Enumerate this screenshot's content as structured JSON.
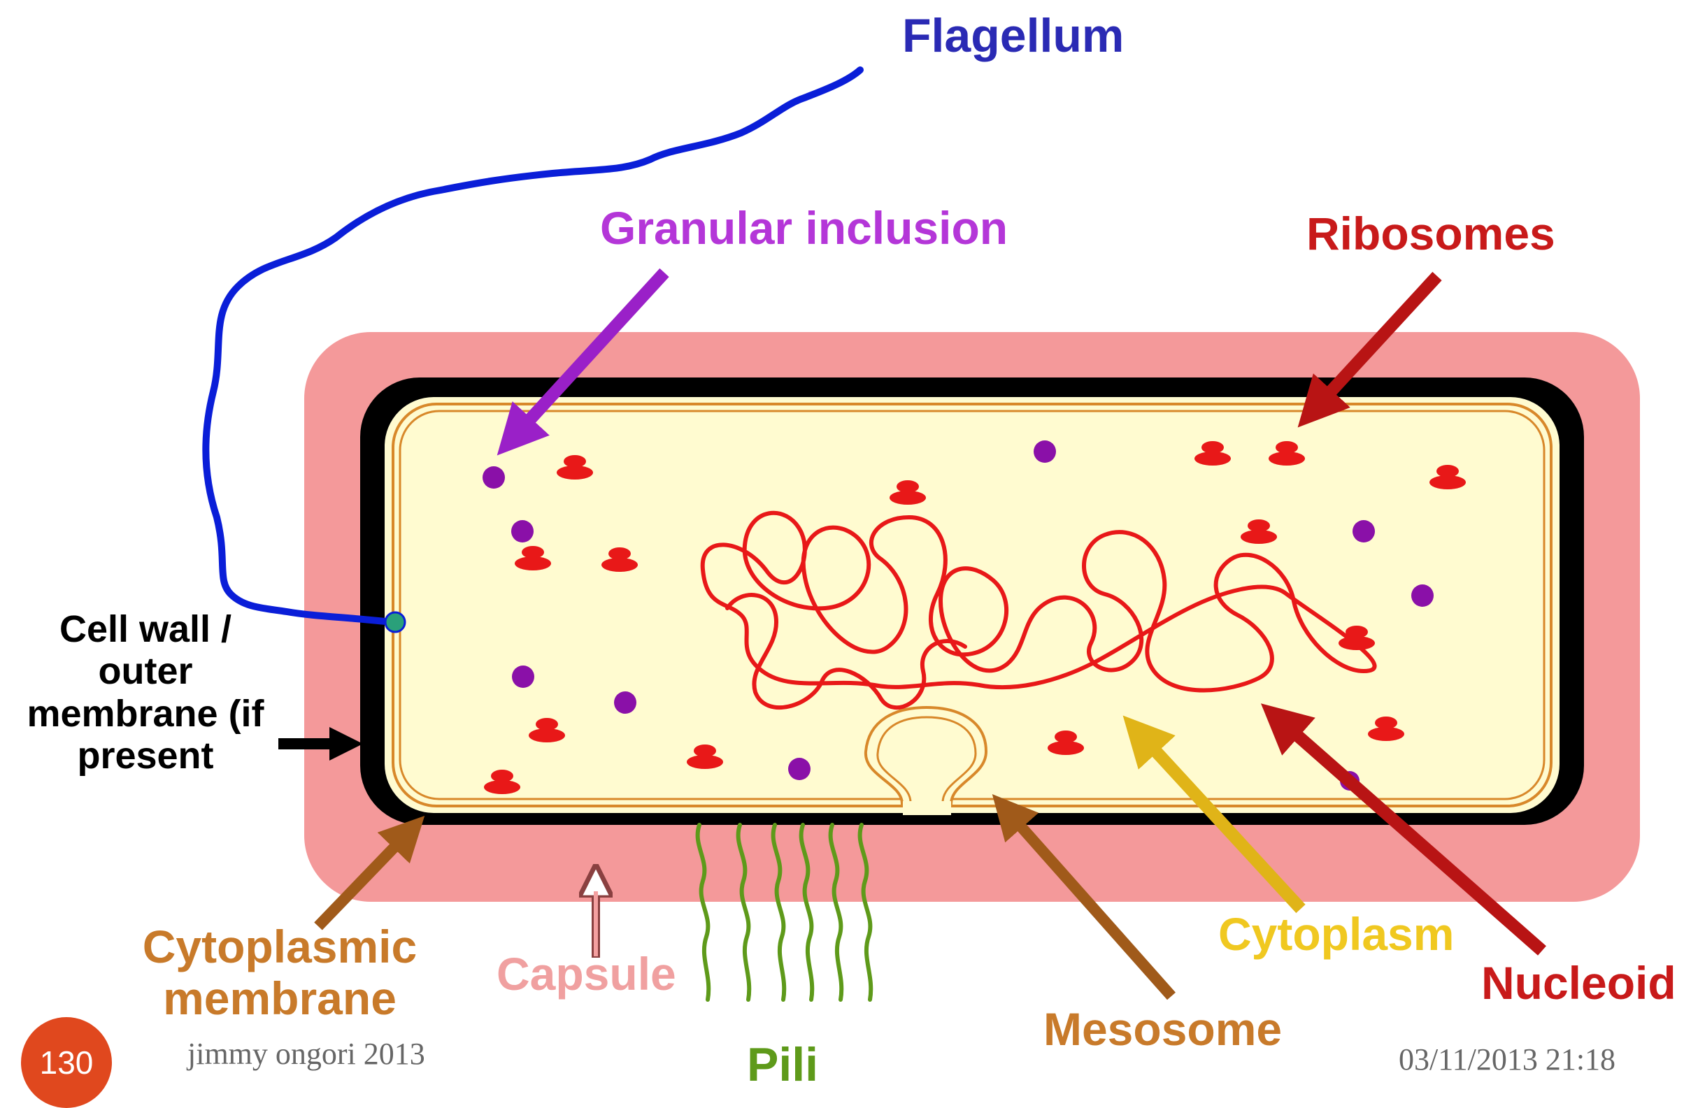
{
  "labels": {
    "flagellum": "Flagellum",
    "granular_inclusion": "Granular inclusion",
    "ribosomes": "Ribosomes",
    "cell_wall": "Cell wall / outer membrane (if present",
    "cytoplasmic_membrane": "Cytoplasmic membrane",
    "capsule": "Capsule",
    "pili": "Pili",
    "mesosome": "Mesosome",
    "cytoplasm": "Cytoplasm",
    "nucleoid": "Nucleoid"
  },
  "footer": {
    "slide_number": "130",
    "author": "jimmy ongori 2013",
    "datetime": "03/11/2013 21:18"
  },
  "colors": {
    "capsule": "#f4999a",
    "cell_wall": "#000000",
    "cytoplasm": "#fffbd0",
    "membrane": "#d8882a",
    "flagellum": "#0a1ed8",
    "granule": "#8a10a8",
    "ribosome": "#e81818",
    "nucleoid": "#e81818",
    "pili": "#5e9a1a",
    "badge": "#e0481e",
    "label_flagellum": "#2a2ab4",
    "label_granular": "#b436d8",
    "label_ribosomes": "#c81a1a",
    "label_cell_wall": "#000000",
    "label_cytoplasmic": "#c87a2a",
    "label_capsule": "#f0a0a0",
    "label_pili": "#5e9a1a",
    "label_mesosome": "#c87a2a",
    "label_cytoplasm": "#f0c820",
    "label_nucleoid": "#c81a1a"
  }
}
